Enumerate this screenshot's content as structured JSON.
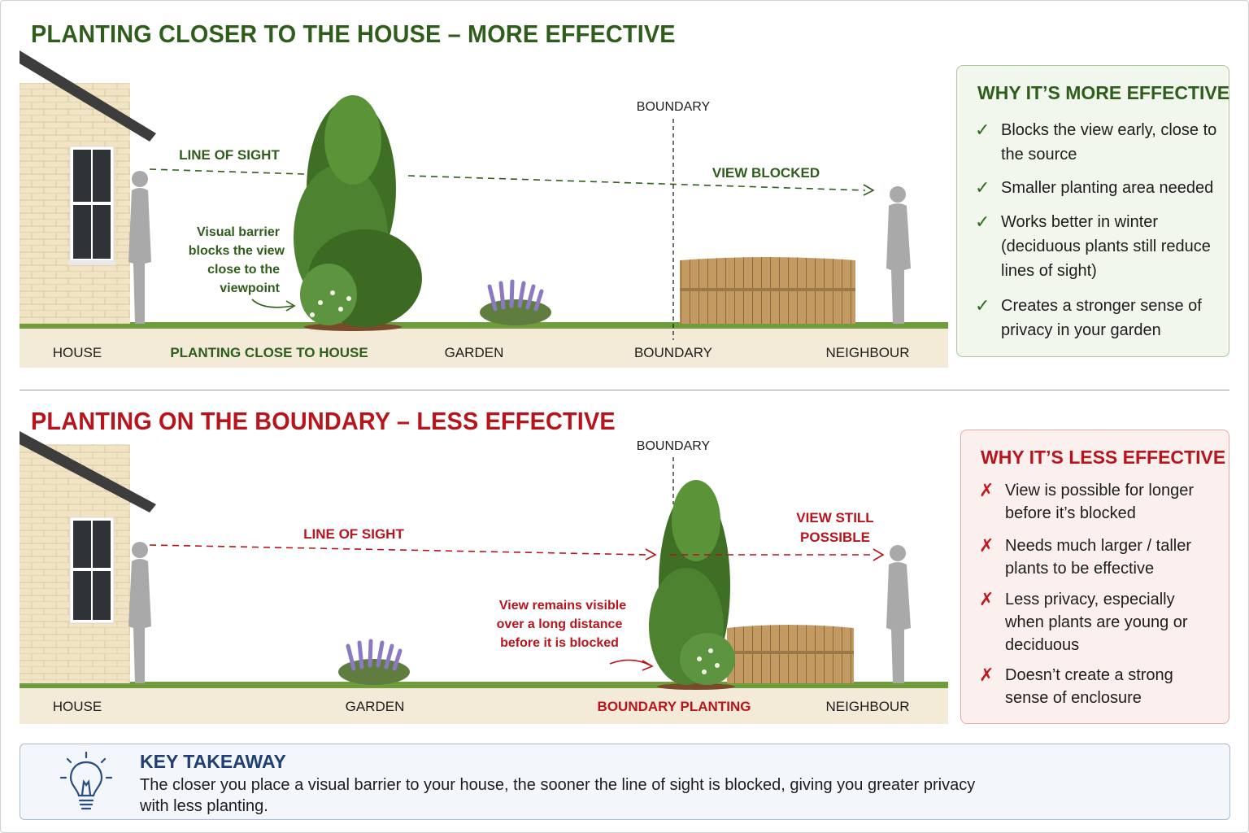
{
  "top": {
    "title": "PLANTING CLOSER TO THE HOUSE – MORE EFFECTIVE",
    "accent": "#2f5d1c",
    "boundary_label": "BOUNDARY",
    "line_of_sight": "LINE OF SIGHT",
    "view_blocked": "VIEW BLOCKED",
    "annotation": [
      "Visual barrier",
      "blocks the view",
      "close to the",
      "viewpoint"
    ],
    "ground_labels": {
      "house": "HOUSE",
      "planting": "PLANTING CLOSE TO HOUSE",
      "garden": "GARDEN",
      "boundary": "BOUNDARY",
      "neighbour": "NEIGHBOUR"
    },
    "panel": {
      "heading": "WHY IT’S MORE EFFECTIVE",
      "items": [
        {
          "line1": "Blocks the view early, close to",
          "line2": "the source",
          "line3": ""
        },
        {
          "line1": "Smaller planting area needed",
          "line2": "",
          "line3": ""
        },
        {
          "line1": "Works better in winter",
          "line2": "(deciduous plants still reduce",
          "line3": "lines of sight)"
        },
        {
          "line1": "Creates a stronger sense of",
          "line2": "privacy in your garden",
          "line3": ""
        }
      ]
    }
  },
  "bottom": {
    "title": "PLANTING ON THE BOUNDARY – LESS EFFECTIVE",
    "accent": "#b8141c",
    "boundary_label": "BOUNDARY",
    "line_of_sight": "LINE OF SIGHT",
    "view_still": [
      "VIEW STILL",
      "POSSIBLE"
    ],
    "annotation": [
      "View remains visible",
      "over a long distance",
      "before it is blocked"
    ],
    "ground_labels": {
      "house": "HOUSE",
      "garden": "GARDEN",
      "boundary_planting": "BOUNDARY PLANTING",
      "neighbour": "NEIGHBOUR"
    },
    "panel": {
      "heading": "WHY IT’S LESS EFFECTIVE",
      "items": [
        {
          "line1": "View is possible for longer",
          "line2": "before it’s blocked",
          "line3": ""
        },
        {
          "line1": "Needs much larger / taller",
          "line2": "plants to be effective",
          "line3": ""
        },
        {
          "line1": "Less privacy, especially",
          "line2": "when plants are young or",
          "line3": "deciduous"
        },
        {
          "line1": "Doesn’t create a strong",
          "line2": "sense of enclosure",
          "line3": ""
        }
      ]
    }
  },
  "check_mark": "✓",
  "cross_mark": "✗",
  "takeaway": {
    "heading": "KEY TAKEAWAY",
    "text_line1": "The closer you place a visual barrier to your house, the sooner the line of sight is blocked, giving you greater privacy",
    "text_line2": "with less planting.",
    "icon": "lightbulb-icon"
  }
}
